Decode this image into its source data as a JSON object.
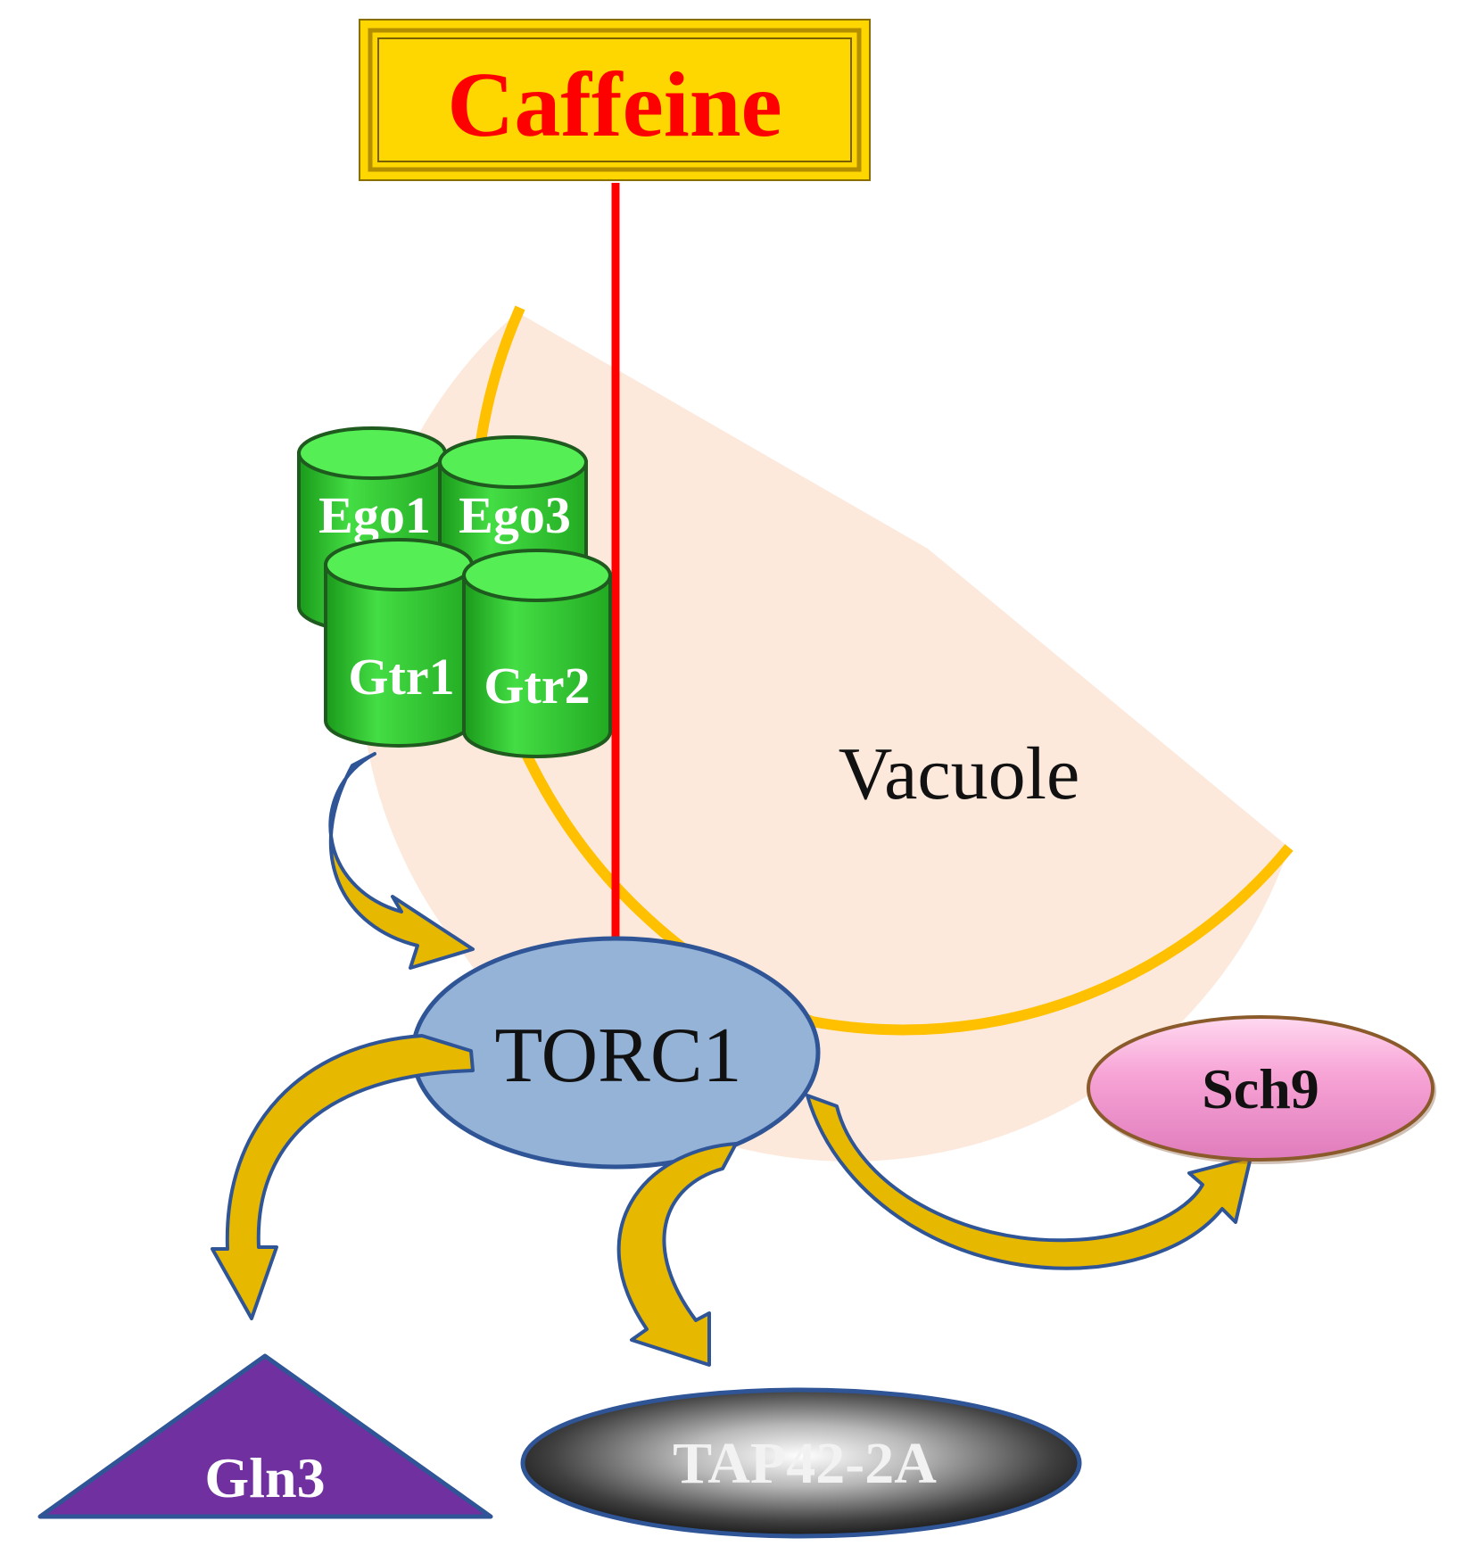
{
  "caffeine": {
    "label": "Caffeine"
  },
  "vacuole": {
    "label": "Vacuole"
  },
  "torc1": {
    "label": "TORC1"
  },
  "ego_complex": {
    "ego1": "Ego1",
    "ego3": "Ego3",
    "gtr1": "Gtr1",
    "gtr2": "Gtr2"
  },
  "targets": {
    "sch9": "Sch9",
    "tap42": "TAP42-2A",
    "gln3": "Gln3"
  },
  "colors": {
    "caffeine_box": "#FFD700",
    "caffeine_text": "#FF0000",
    "inhibition_line": "#FF0000",
    "vacuole_fill": "#FCE9DC",
    "vacuole_border": "#FFC000",
    "torc1_fill": "#95B3D7",
    "outline_blue": "#2F5597",
    "cylinder_green": "#33CC33",
    "arrow_gold": "#E6B800",
    "sch9_fill": "#F7A4D6",
    "gln3_fill": "#7030A0"
  }
}
